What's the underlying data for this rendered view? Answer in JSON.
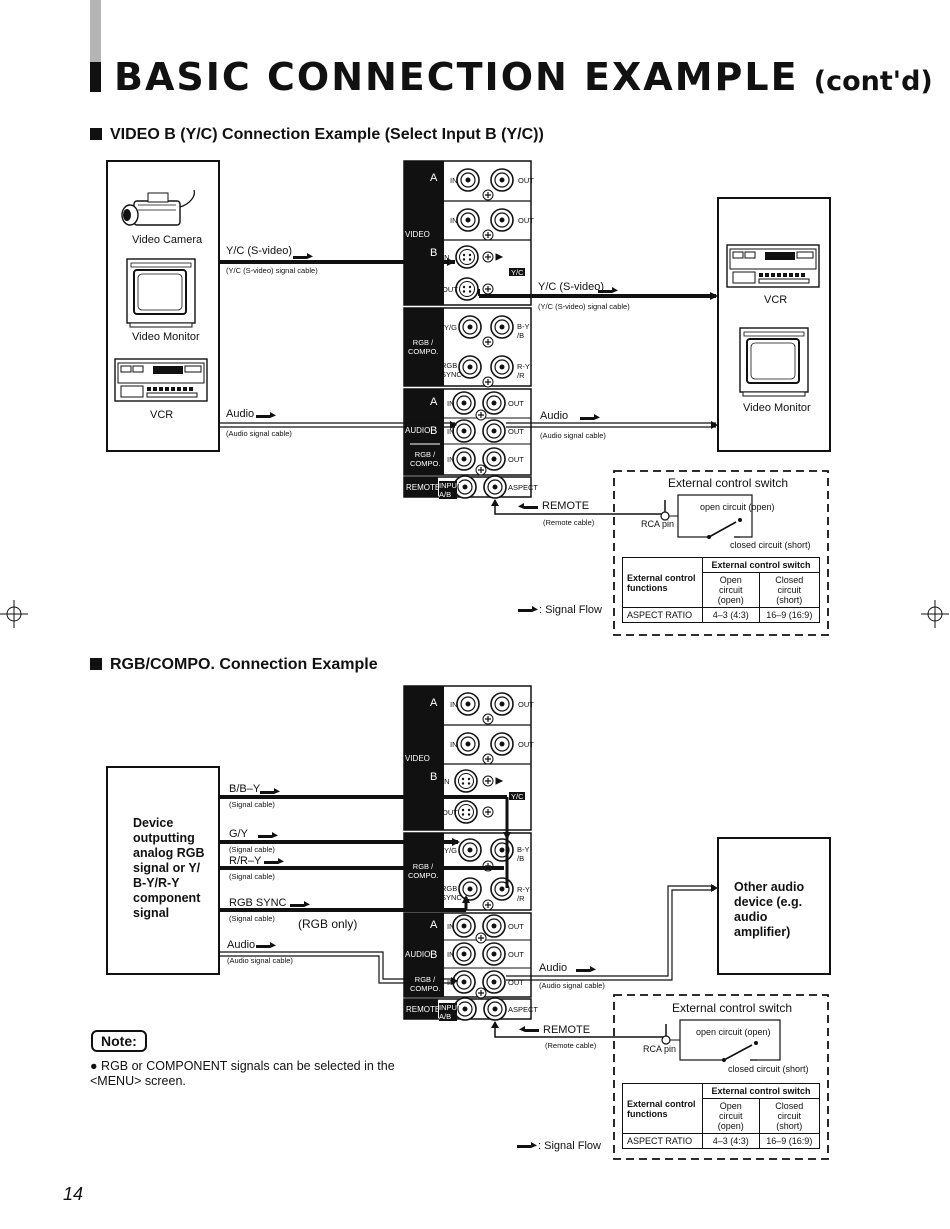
{
  "title": {
    "main": "BASIC CONNECTION EXAMPLE",
    "contd": "(cont'd)"
  },
  "section1": {
    "heading": "VIDEO B (Y/C) Connection Example (Select Input B (Y/C))",
    "sources": {
      "camera": "Video Camera",
      "monitor": "Video Monitor",
      "vcr": "VCR"
    },
    "outputs": {
      "vcr": "VCR",
      "monitor": "Video Monitor"
    },
    "cables": {
      "yc_in": "Y/C (S-video)",
      "yc_in_sub": "(Y/C (S-video) signal cable)",
      "yc_out": "Y/C (S-video)",
      "yc_out_sub": "(Y/C (S-video) signal cable)",
      "audio_in": "Audio",
      "audio_in_sub": "(Audio signal cable)",
      "audio_out": "Audio",
      "audio_out_sub": "(Audio signal cable)",
      "remote": "REMOTE",
      "remote_sub": "(Remote cable)"
    },
    "signal_flow": ": Signal Flow"
  },
  "section2": {
    "heading": "RGB/COMPO. Connection Example",
    "device": "Device outputting analog RGB signal or Y/ B-Y/R-Y component signal",
    "other_audio": "Other audio device (e.g. audio amplifier)",
    "cables": {
      "by": "B/B–Y",
      "by_sub": "(Signal cable)",
      "gy": "G/Y",
      "gy_sub": "(Signal cable)",
      "ry": "R/R–Y",
      "ry_sub": "(Signal cable)",
      "sync": "RGB SYNC",
      "sync_sub": "(Signal cable)",
      "sync_note": "(RGB only)",
      "audio_in": "Audio",
      "audio_in_sub": "(Audio signal cable)",
      "audio_out": "Audio",
      "audio_out_sub": "(Audio signal cable)",
      "remote": "REMOTE",
      "remote_sub": "(Remote cable)"
    },
    "signal_flow": ": Signal Flow"
  },
  "external": {
    "title": "External control switch",
    "open": "open circuit (open)",
    "closed": "closed circuit (short)",
    "rca": "RCA pin",
    "table": {
      "col_header": "External control switch",
      "row_header": "External control functions",
      "open_col": "Open circuit (open)",
      "closed_col": "Closed circuit (short)",
      "row_label": "ASPECT RATIO",
      "open_val": "4–3 (4:3)",
      "closed_val": "16–9 (16:9)"
    }
  },
  "panel": {
    "video": "VIDEO",
    "a": "A",
    "b": "B",
    "in": "IN",
    "out": "OUT",
    "yc": "Y/C",
    "rgb_compo": "RGB / COMPO.",
    "yg": "Y/G",
    "by": "B-Y /B",
    "rgb_sync": "RGB SYNC",
    "ry": "R-Y /R",
    "audio": "AUDIO",
    "remote": "REMOTE",
    "input_ab": "INPUT A/B",
    "aspect": "ASPECT"
  },
  "note": {
    "label": "Note:",
    "text": "RGB or COMPONENT signals can be selected in the <MENU> screen."
  },
  "page_number": "14"
}
